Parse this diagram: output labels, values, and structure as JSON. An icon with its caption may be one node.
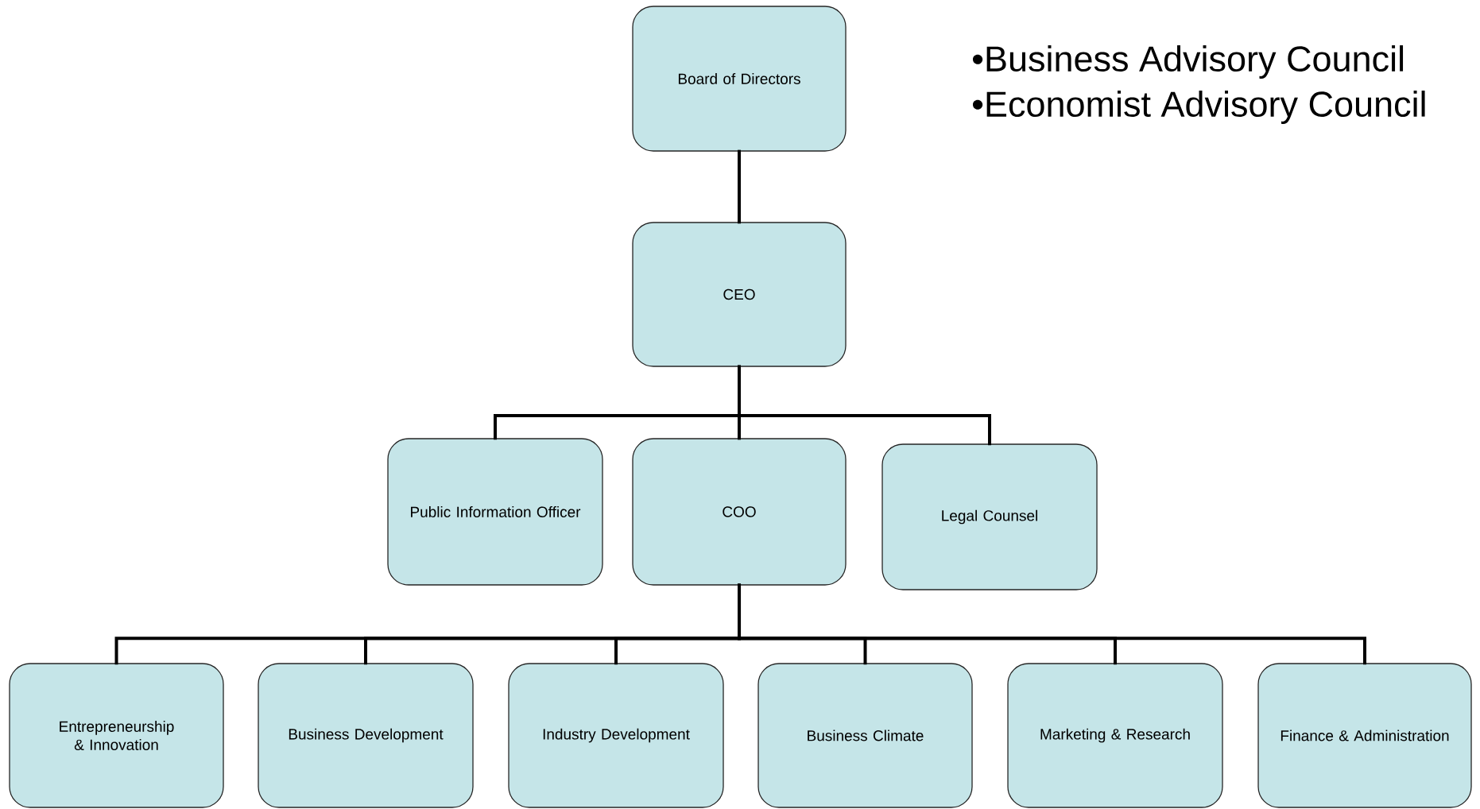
{
  "diagram": {
    "nodes": [
      {
        "text": [
          "Board of Directors"
        ]
      },
      {
        "text": [
          "CEO"
        ]
      },
      {
        "text": [
          "Public Information Officer"
        ]
      },
      {
        "text": [
          "COO"
        ]
      },
      {
        "text": [
          "Legal Counsel"
        ]
      },
      {
        "text": [
          "Entrepreneurship & Innovation"
        ]
      },
      {
        "text": [
          "Business Development"
        ]
      },
      {
        "text": [
          "Industry Development"
        ]
      },
      {
        "text": [
          "Business Climate"
        ]
      },
      {
        "text": [
          "Marketing & Research"
        ]
      },
      {
        "text": [
          "Finance & Administration"
        ]
      }
    ],
    "edges": [
      {
        "from": 0,
        "to": 1,
        "arrow": "none"
      },
      {
        "from": 1,
        "to": 2,
        "arrow": "none"
      },
      {
        "from": 1,
        "to": 3,
        "arrow": "none"
      },
      {
        "from": 1,
        "to": 4,
        "arrow": "none"
      },
      {
        "from": 3,
        "to": 5,
        "arrow": "none"
      },
      {
        "from": 3,
        "to": 6,
        "arrow": "none"
      },
      {
        "from": 3,
        "to": 7,
        "arrow": "none"
      },
      {
        "from": 3,
        "to": 8,
        "arrow": "none"
      },
      {
        "from": 3,
        "to": 9,
        "arrow": "none"
      },
      {
        "from": 3,
        "to": 10,
        "arrow": "none"
      }
    ],
    "labels": [
      "•Business Advisory Council",
      "•Economist Advisory Council"
    ]
  }
}
